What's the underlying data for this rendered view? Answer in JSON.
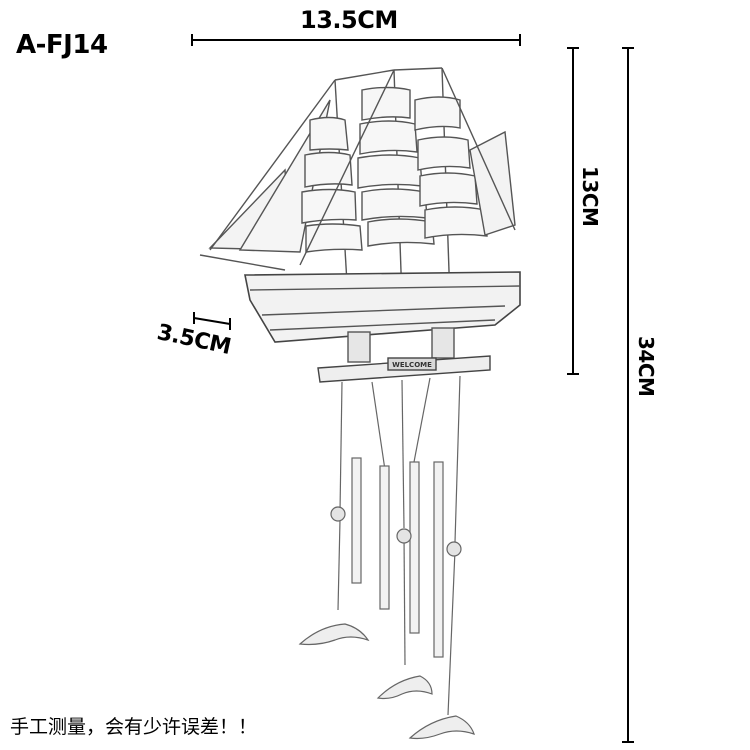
{
  "model_code": "A-FJ14",
  "dimensions": {
    "width": "13.5CM",
    "depth": "3.5CM",
    "sail_height": "13CM",
    "total_height": "34CM"
  },
  "plaque_text": "WELCOME",
  "disclaimer": "手工测量，会有少许误差！！",
  "colors": {
    "ink": "#000000",
    "sketch": "#6a6a6a",
    "background": "#ffffff"
  }
}
